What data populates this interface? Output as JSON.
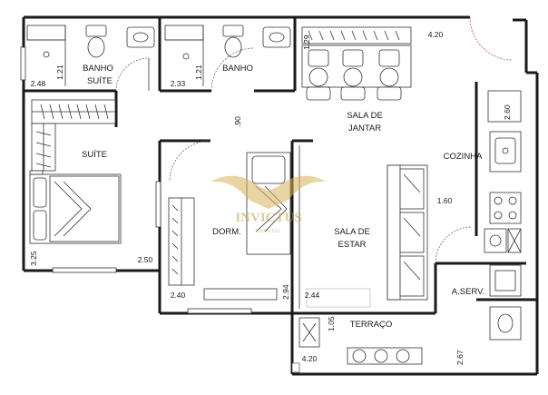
{
  "rooms": {
    "banho_suite": [
      "BANHO",
      "SUÍTE"
    ],
    "banho": "BANHO",
    "suite": "SUÍTE",
    "sala_jantar": [
      "SALA DE",
      "JANTAR"
    ],
    "cozinha": "COZINHA",
    "dormitorio": "DORM.",
    "sala_estar": [
      "SALA DE",
      "ESTAR"
    ],
    "area_servico": "A.SERV.",
    "terraco": "TERRAÇO"
  },
  "dimensions": {
    "d_2_48": "2.48",
    "d_1_21_a": "1.21",
    "d_2_33": "2.33",
    "d_1_21_b": "1.21",
    "d_4_20_top": "4.20",
    "d_0_90": ".90",
    "d_2_60": "2.60",
    "d_1_60": "1.60",
    "d_3_25": "3.25",
    "d_2_50": "2.50",
    "d_2_40": "2.40",
    "d_2_94": "2.94",
    "d_2_44": "2.44",
    "d_1_05": "1.05",
    "d_4_20_bottom": "4.20",
    "d_2_67": "2.67",
    "d_1_29": "1.29"
  },
  "watermark": {
    "brand": "INVICTUS",
    "sub": "IMÓVEIS",
    "color": "#d8b25a"
  },
  "colors": {
    "wall": "#1a1a1a",
    "door_swing": "#c0392b"
  }
}
